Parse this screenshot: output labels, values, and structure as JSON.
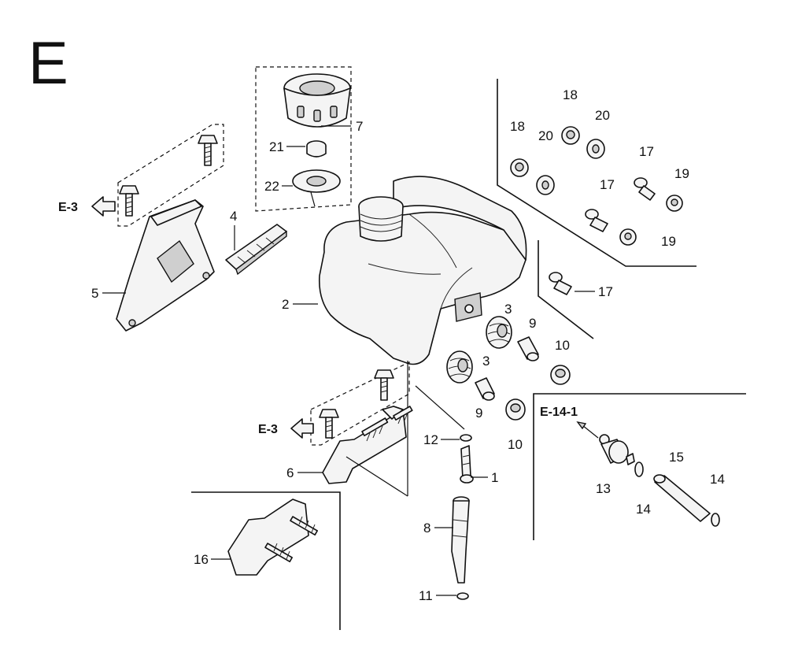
{
  "diagram": {
    "section_letter": "E",
    "references": {
      "e3_upper": "E-3",
      "e3_lower": "E-3",
      "e14_1": "E-14-1"
    },
    "callouts": {
      "c1": "1",
      "c2": "2",
      "c3a": "3",
      "c3b": "3",
      "c4": "4",
      "c5": "5",
      "c6": "6",
      "c7": "7",
      "c8": "8",
      "c9a": "9",
      "c9b": "9",
      "c10a": "10",
      "c10b": "10",
      "c11": "11",
      "c12": "12",
      "c13": "13",
      "c14a": "14",
      "c14b": "14",
      "c15": "15",
      "c16": "16",
      "c17a": "17",
      "c17b": "17",
      "c17c": "17",
      "c18a": "18",
      "c18b": "18",
      "c19a": "19",
      "c19b": "19",
      "c20a": "20",
      "c20b": "20",
      "c21": "21",
      "c22": "22"
    }
  }
}
